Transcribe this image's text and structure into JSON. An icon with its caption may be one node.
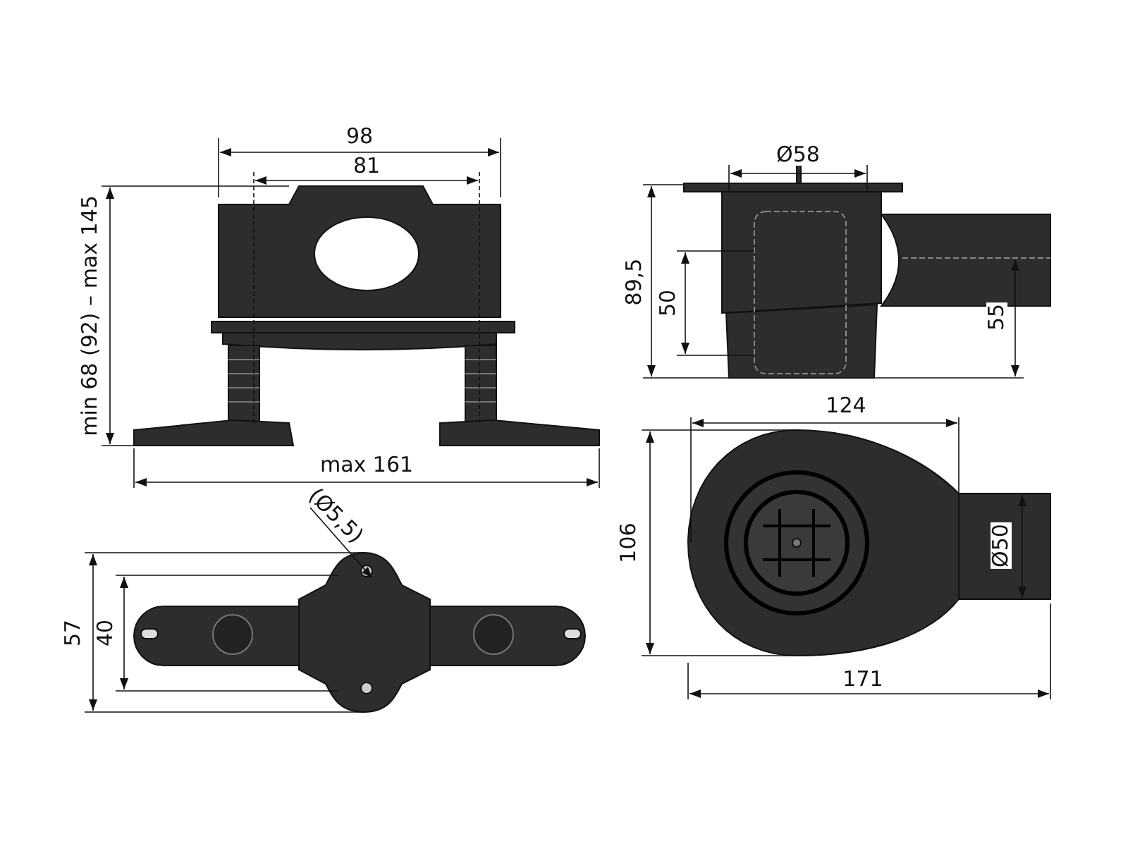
{
  "diagram": {
    "labels": [
      "98",
      "81",
      "Ø58",
      "min 68 (92) – max 145",
      "89,5",
      "50",
      "55",
      "124",
      "max 161",
      "106",
      "Ø50",
      "(Ø5,5)",
      "57",
      "40",
      "171"
    ]
  }
}
